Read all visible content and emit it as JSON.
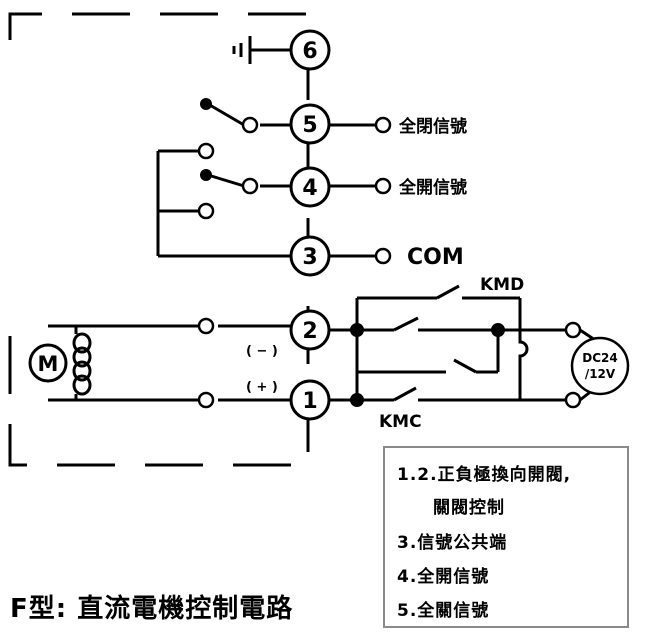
{
  "terminals": [
    "6",
    "5",
    "4",
    "3",
    "2",
    "1"
  ],
  "signals": {
    "t5": "全閉信號",
    "t4": "全開信號",
    "t3": "COM"
  },
  "motor": {
    "symbol": "M"
  },
  "polarity": {
    "minus": "( − )",
    "plus": "( + )"
  },
  "contactors": {
    "kmd": "KMD",
    "kmc": "KMC"
  },
  "supply": {
    "line1": "DC24",
    "line2": "/12V"
  },
  "legend": {
    "line1": "1.2.正負極換向開閥,",
    "line2": "關閥控制",
    "line3": "3.信號公共端",
    "line4": "4.全開信號",
    "line5": "5.全關信號"
  },
  "title": "F型: 直流電機控制電路"
}
